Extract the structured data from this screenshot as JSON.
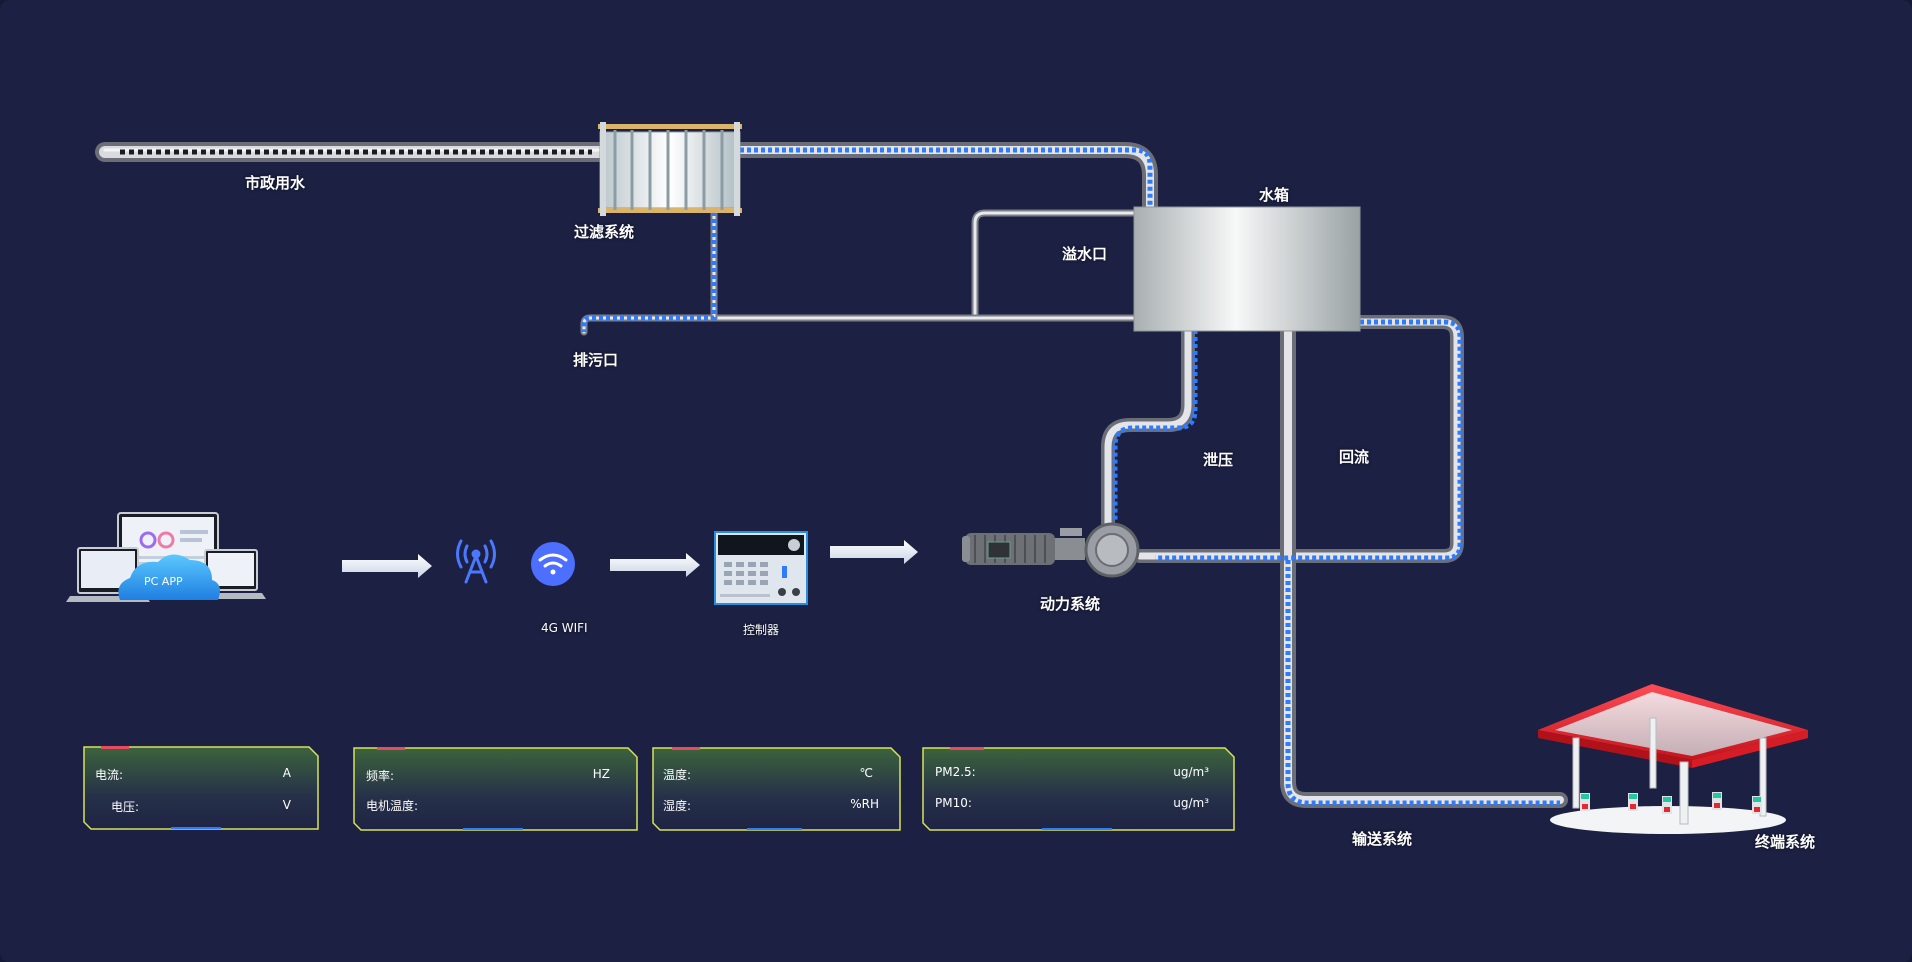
{
  "labels": {
    "municipal_water": "市政用水",
    "filter_system": "过滤系统",
    "water_tank": "水箱",
    "overflow": "溢水口",
    "drain": "排污口",
    "pressure_relief": "泄压",
    "return_flow": "回流",
    "power_system": "动力系统",
    "delivery_system": "输送系统",
    "terminal_system": "终端系统",
    "network": "4G WIFI",
    "controller": "控制器"
  },
  "cloud": {
    "text": "PC  APP"
  },
  "panels": [
    {
      "rows": [
        {
          "key": "电流:",
          "unit": "A"
        },
        {
          "key": "电压:",
          "unit": "V"
        }
      ]
    },
    {
      "rows": [
        {
          "key": "频率:",
          "unit": "HZ"
        },
        {
          "key": "电机温度:",
          "unit": ""
        }
      ]
    },
    {
      "rows": [
        {
          "key": "温度:",
          "unit": "℃"
        },
        {
          "key": "湿度:",
          "unit": "%RH"
        }
      ]
    },
    {
      "rows": [
        {
          "key": "PM2.5:",
          "unit": "ug/m³"
        },
        {
          "key": "PM10:",
          "unit": "ug/m³"
        }
      ]
    }
  ],
  "colors": {
    "background": "#1c2042",
    "flow": "#2f7bff",
    "panel_border": "#d7e35a",
    "canopy": "#e8262e"
  }
}
